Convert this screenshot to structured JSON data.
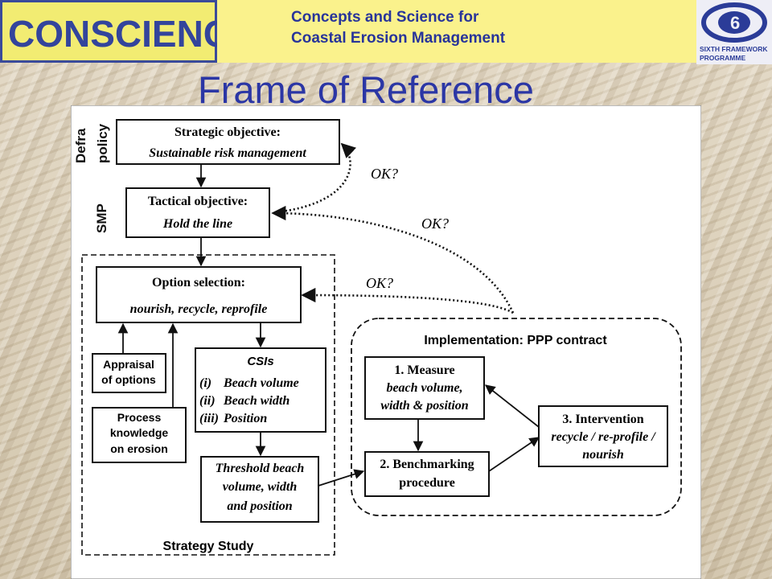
{
  "header": {
    "logo_text": "CONSCIENCE",
    "tagline_line1": "Concepts and Science for",
    "tagline_line2": "Coastal Erosion Management",
    "programme_line1": "SIXTH FRAMEWORK",
    "programme_line2": "PROGRAMME"
  },
  "title": "Frame of Reference",
  "diagram": {
    "side_labels": {
      "defra_1": "Defra",
      "defra_2": "policy",
      "smp": "SMP"
    },
    "strategic": {
      "line1": "Strategic objective:",
      "line2": "Sustainable risk management"
    },
    "tactical": {
      "line1": "Tactical objective:",
      "line2": "Hold the line"
    },
    "option": {
      "line1": "Option selection:",
      "line2": "nourish, recycle, reprofile"
    },
    "appraisal": {
      "line1": "Appraisal",
      "line2": "of options"
    },
    "process": {
      "line1": "Process",
      "line2": "knowledge",
      "line3": "on erosion"
    },
    "csis": {
      "title": "CSIs",
      "n1": "(i)",
      "t1": "Beach volume",
      "n2": "(ii)",
      "t2": "Beach width",
      "n3": "(iii)",
      "t3": "Position"
    },
    "threshold": {
      "line1": "Threshold beach",
      "line2": "volume, width",
      "line3": "and  position"
    },
    "strategy_study": "Strategy Study",
    "implementation": "Implementation: PPP contract",
    "measure": {
      "line1": "1.  Measure",
      "line2": "beach volume,",
      "line3": "width & position"
    },
    "benchmark": {
      "line1": "2. Benchmarking",
      "line2": "procedure"
    },
    "intervention": {
      "line1": "3. Intervention",
      "line2": "recycle / re-profile /",
      "line3": "nourish"
    },
    "ok1": "OK?",
    "ok2": "OK?",
    "ok3": "OK?"
  }
}
